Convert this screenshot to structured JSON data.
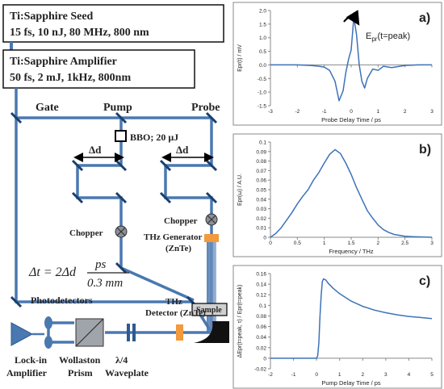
{
  "setup": {
    "seed": {
      "line1": "Ti:Sapphire Seed",
      "line2": "15 fs, 10 nJ, 80 MHz, 800 nm"
    },
    "amplifier": {
      "line1": "Ti:Sapphire Amplifier",
      "line2": "50 fs, 2 mJ, 1kHz, 800nm"
    },
    "labels": {
      "gate": "Gate",
      "pump": "Pump",
      "probe": "Probe",
      "bbo": "BBO; 20 μJ",
      "delta_d_left": "Δd",
      "delta_d_right": "Δd",
      "chopper_left": "Chopper",
      "chopper_right": "Chopper",
      "thz_gen_1": "THz Generator",
      "thz_gen_2": "(ZnTe)",
      "sample": "Sample",
      "photodetectors": "Photodetectors",
      "thz_det_1": "THz",
      "thz_det_2": "Detector (ZnTe)",
      "lockin_1": "Lock-in",
      "lockin_2": "Amplifier",
      "wollaston_1": "Wollaston",
      "wollaston_2": "Prism",
      "waveplate_1": "λ/4",
      "waveplate_2": "Waveplate",
      "eq_lhs": "Δt = 2Δd",
      "eq_num": "ps",
      "eq_den": "0.3 mm"
    }
  },
  "chart_data": [
    {
      "type": "line",
      "panel_label": "a)",
      "annotation": "E",
      "annotation_sub": "pr",
      "annotation_rest": "(t=peak)",
      "xlabel": "Probe Delay Time / ps",
      "ylabel": "Epr(t) / mV",
      "xlim": [
        -3,
        3
      ],
      "ylim": [
        -1.5,
        2.0
      ],
      "xticks": [
        "-3",
        "-2",
        "-1",
        "0",
        "1",
        "2",
        "3"
      ],
      "yticks": [
        "-1.5",
        "-1.0",
        "-0.5",
        "0.0",
        "0.5",
        "1.0",
        "1.5",
        "2.0"
      ],
      "x": [
        -3.0,
        -2.5,
        -2.0,
        -1.5,
        -1.2,
        -1.0,
        -0.8,
        -0.6,
        -0.45,
        -0.3,
        -0.2,
        -0.1,
        0.0,
        0.1,
        0.2,
        0.3,
        0.4,
        0.5,
        0.6,
        0.8,
        1.0,
        1.2,
        1.5,
        2.0,
        2.5,
        3.0
      ],
      "y": [
        0.0,
        0.0,
        0.0,
        -0.02,
        -0.05,
        -0.08,
        -0.2,
        -0.6,
        -1.32,
        -0.95,
        -0.3,
        0.2,
        0.55,
        1.75,
        1.1,
        0.0,
        -0.6,
        -0.85,
        -0.5,
        -0.15,
        -0.2,
        -0.05,
        -0.1,
        -0.02,
        0.0,
        0.0
      ]
    },
    {
      "type": "line",
      "panel_label": "b)",
      "xlabel": "Frequency / THz",
      "ylabel": "Epr(ω) / A.U.",
      "xlim": [
        0,
        3
      ],
      "ylim": [
        0,
        0.1
      ],
      "xticks": [
        "0",
        "0.5",
        "1",
        "1.5",
        "2",
        "2.5",
        "3"
      ],
      "yticks": [
        "0",
        "0.01",
        "0.02",
        "0.03",
        "0.04",
        "0.05",
        "0.06",
        "0.07",
        "0.08",
        "0.09",
        "0.1"
      ],
      "x": [
        0.0,
        0.1,
        0.2,
        0.3,
        0.4,
        0.5,
        0.6,
        0.7,
        0.8,
        0.9,
        1.0,
        1.1,
        1.2,
        1.3,
        1.4,
        1.5,
        1.6,
        1.7,
        1.8,
        1.9,
        2.0,
        2.1,
        2.2,
        2.3,
        2.5,
        2.7,
        3.0
      ],
      "y": [
        0.0,
        0.004,
        0.01,
        0.018,
        0.026,
        0.035,
        0.043,
        0.05,
        0.06,
        0.068,
        0.078,
        0.087,
        0.092,
        0.088,
        0.078,
        0.066,
        0.052,
        0.04,
        0.028,
        0.02,
        0.013,
        0.008,
        0.005,
        0.003,
        0.001,
        0.0005,
        0.0
      ]
    },
    {
      "type": "line",
      "panel_label": "c)",
      "xlabel": "Pump Delay Time / ps",
      "ylabel": "ΔEpr(t=peak, τ) / Epr(t=peak)",
      "xlim": [
        -2,
        5
      ],
      "ylim": [
        -0.02,
        0.16
      ],
      "xticks": [
        "-2",
        "-1",
        "0",
        "1",
        "2",
        "3",
        "4",
        "5"
      ],
      "yticks": [
        "-0.02",
        "0",
        "0.02",
        "0.04",
        "0.06",
        "0.08",
        "0.1",
        "0.12",
        "0.14",
        "0.16"
      ],
      "x": [
        -2.0,
        -1.0,
        0.0,
        0.05,
        0.1,
        0.15,
        0.2,
        0.25,
        0.3,
        0.4,
        0.5,
        0.7,
        1.0,
        1.5,
        2.0,
        2.5,
        3.0,
        3.5,
        4.0,
        4.5,
        5.0
      ],
      "y": [
        0.0,
        0.0,
        0.0,
        0.005,
        0.03,
        0.08,
        0.12,
        0.145,
        0.15,
        0.148,
        0.142,
        0.133,
        0.122,
        0.108,
        0.098,
        0.091,
        0.086,
        0.082,
        0.079,
        0.077,
        0.075
      ]
    }
  ]
}
